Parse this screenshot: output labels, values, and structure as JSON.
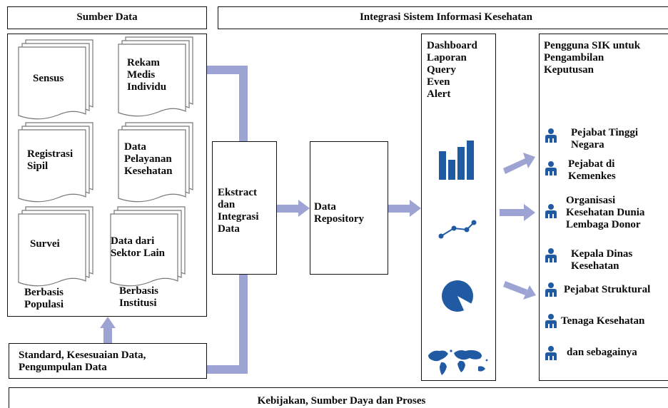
{
  "headers": {
    "sumber_data": "Sumber Data",
    "integrasi": "Integrasi Sistem Informasi Kesehatan",
    "kebijakan": "Kebijakan, Sumber Daya dan Proses"
  },
  "sources": {
    "sensus": "Sensus",
    "rekam_medis": "Rekam\nMedis\nIndividu",
    "registrasi": "Registrasi\nSipil",
    "data_pelayanan": "Data\nPelayanan\nKesehatan",
    "survei": "Survei",
    "sektor_lain": "Data dari\nSektor Lain",
    "berbasis_populasi": "Berbasis\nPopulasi",
    "berbasis_institusi": "Berbasis\nInstitusi"
  },
  "standard": "Standard, Kesesuaian Data,\nPengumpulan Data",
  "extract": "Ekstract\ndan\nIntegrasi\nData",
  "repository": "Data\nRepository",
  "dashboard": "Dashboard\nLaporan\nQuery\nEven\nAlert",
  "users": {
    "title": "Pengguna SIK untuk\nPengambilan\nKeputusan",
    "items": [
      "Pejabat Tinggi\nNegara",
      "Pejabat di\nKemenkes",
      "Organisasi\nKesehatan Dunia\nLembaga Donor",
      "Kepala Dinas\nKesehatan",
      "Pejabat Struktural",
      "Tenaga Kesehatan",
      "dan sebagainya"
    ]
  },
  "icons": [
    "bar-chart-icon",
    "line-chart-icon",
    "pie-chart-icon",
    "world-map-icon",
    "person-icon"
  ],
  "colors": {
    "arrow": "#9da4d3",
    "icon": "#1f5aa3",
    "border": "#111111"
  }
}
